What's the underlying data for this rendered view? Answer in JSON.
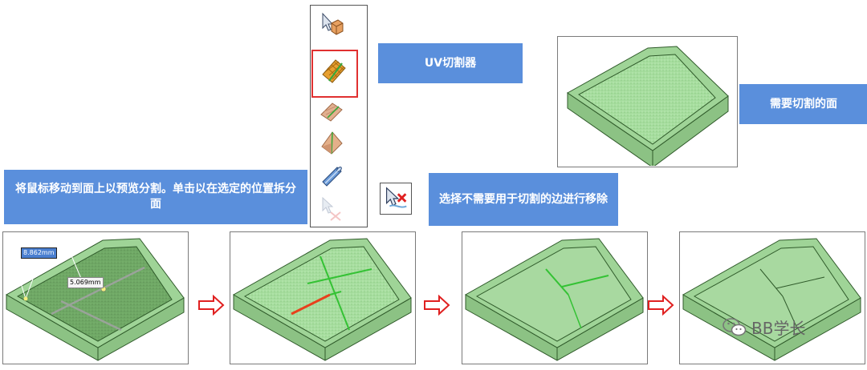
{
  "callouts": {
    "uv_cutter": "UV切割器",
    "face_to_cut": "需要切割的面",
    "hover_hint": "将鼠标移动到面上以预览分割。单击以在选定的位置拆分面",
    "remove_edges": "选择不需要用于切割的边进行移除"
  },
  "dimensions": {
    "d1": "8.862mm",
    "d2": "5.069mm"
  },
  "toolbar_icons": [
    "select-part-icon",
    "uv-cutter-icon",
    "face-split-icon",
    "fold-icon",
    "pipe-icon",
    "remove-edge-icon"
  ],
  "watermark": "BB学长",
  "colors": {
    "callout_bg": "#5a8fdc",
    "face_green": "#a8d9a0",
    "edge_green": "#34c234",
    "edge_red": "#e8401c",
    "highlight_red": "#e03030"
  }
}
